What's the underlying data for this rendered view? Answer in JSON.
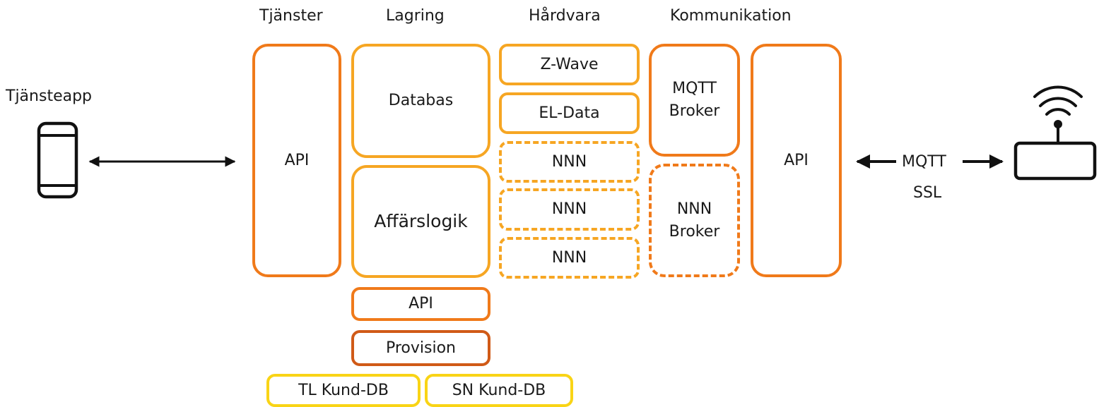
{
  "colors": {
    "orange": "#f07a1a",
    "amber": "#f6a623",
    "dark_orange": "#d05a17",
    "yellow": "#f9d416",
    "line": "#111111"
  },
  "headers": {
    "services": "Tjänster",
    "storage": "Lagring",
    "hardware": "Hårdvara",
    "communication": "Kommunikation"
  },
  "client": {
    "label": "Tjänsteapp",
    "icon": "smartphone-icon"
  },
  "services": {
    "api": "API"
  },
  "storage": {
    "database": "Databas",
    "business_logic": "Affärslogik",
    "api": "API",
    "provision": "Provision",
    "tl_customer_db": "TL Kund-DB",
    "sn_customer_db": "SN Kund-DB"
  },
  "hardware": {
    "items": [
      "Z-Wave",
      "EL-Data",
      "NNN",
      "NNN",
      "NNN"
    ]
  },
  "communication": {
    "mqtt_broker": "MQTT\nBroker",
    "nnn_broker": "NNN\nBroker",
    "api": "API"
  },
  "connection": {
    "protocol": "MQTT",
    "security": "SSL"
  },
  "device": {
    "icon": "wifi-router-icon"
  }
}
